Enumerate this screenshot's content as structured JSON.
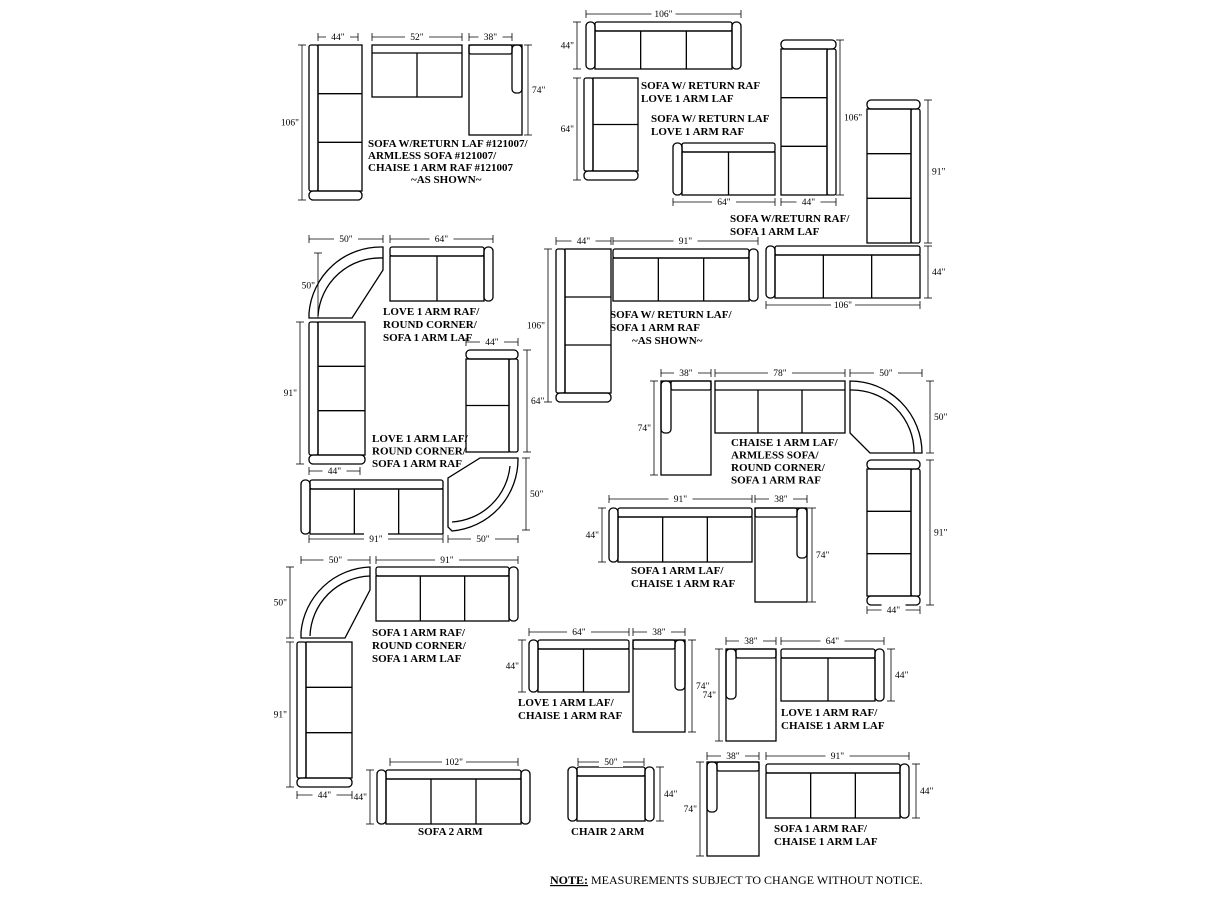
{
  "diagram": {
    "labels": {
      "g1": [
        "SOFA W/RETURN LAF #121007/",
        "ARMLESS SOFA #121007/",
        "CHAISE 1 ARM RAF #121007",
        "~AS SHOWN~"
      ],
      "g2": [
        "SOFA W/ RETURN RAF",
        "LOVE 1 ARM LAF"
      ],
      "g3": [
        "SOFA  W/ RETURN LAF",
        "LOVE 1 ARM  RAF"
      ],
      "g4": [
        "SOFA W/RETURN RAF/",
        "SOFA 1 ARM LAF"
      ],
      "g5": [
        "LOVE 1 ARM RAF/",
        "ROUND CORNER/",
        "SOFA 1 ARM LAF"
      ],
      "g6": [
        "SOFA W/ RETURN LAF/",
        "SOFA 1 ARM RAF",
        "~AS SHOWN~"
      ],
      "g7": [
        "LOVE 1 ARM LAF/",
        "ROUND CORNER/",
        "SOFA 1 ARM RAF"
      ],
      "g8": [
        "CHAISE 1 ARM LAF/",
        "ARMLESS SOFA/",
        "ROUND CORNER/",
        "SOFA 1 ARM RAF"
      ],
      "g9": [
        "SOFA 1 ARM LAF/",
        "CHAISE 1 ARM RAF"
      ],
      "g10": [
        "SOFA 1 ARM RAF/",
        "ROUND CORNER/",
        "SOFA 1 ARM LAF"
      ],
      "g11": [
        "LOVE 1 ARM LAF/",
        "CHAISE 1 ARM RAF"
      ],
      "g12": [
        "LOVE 1 ARM RAF/",
        "CHAISE 1 ARM LAF"
      ],
      "g13": [
        "SOFA 1 ARM RAF/",
        "CHAISE 1 ARM LAF"
      ],
      "sofa2": [
        "SOFA 2 ARM"
      ],
      "chair2": [
        "CHAIR 2 ARM"
      ]
    },
    "note": {
      "prefix": "NOTE:",
      "text": " MEASUREMENTS SUBJECT TO CHANGE WITHOUT NOTICE."
    },
    "dims": {
      "d44": "44\"",
      "d52": "52\"",
      "d38": "38\"",
      "d74": "74\"",
      "d106": "106\"",
      "d64": "64\"",
      "d91": "91\"",
      "d50": "50\"",
      "d78": "78\"",
      "d102": "102\""
    }
  }
}
